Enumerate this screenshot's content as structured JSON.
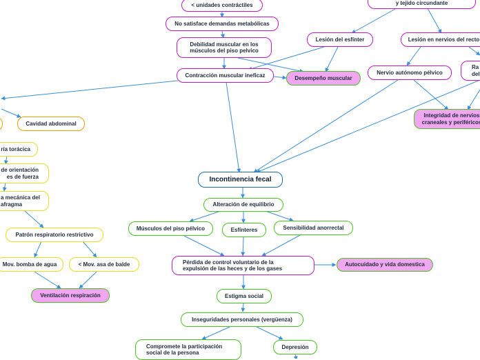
{
  "nodes": {
    "unidades": "< unidades contráctiles",
    "no_satisface": "No satisface demandas metabólicas",
    "debilidad_1": "Debilidad muscular en los",
    "debilidad_2": "músculos del piso pelvico",
    "contraccion": "Contracción muscular ineficaz",
    "desempeno": "Desempeño muscular",
    "tejido": "y tejido circundante",
    "lesion_esfinter": "Lesión del esfínter",
    "lesion_nervios": "Lesión en nervios del recto",
    "nervio_autonomo": "Nervio autónomo pélvico",
    "ra_1": "Ra",
    "ra_2": "del",
    "integridad_1": "Integridad de nervios",
    "integridad_2": "craneales y periféricos",
    "cavidad": "Cavidad abdominal",
    "toracica": "ría torácica",
    "orientacion_1": "de orientación",
    "orientacion_2": "es de fuerza",
    "mecanica_1": "a mecánica del",
    "mecanica_2": "afragma",
    "patron": "Patrón respiratorio restrictivo",
    "bomba": "Mov. bomba de agua",
    "asa": "< Mov. asa de balde",
    "ventilacion": "Ventilación respiración",
    "incontinencia": "Incontinencia fecal",
    "alteracion": "Alteración de equilibrio",
    "musculos": "Músculos del piso pélvico",
    "esfinteres": "Esfínteres",
    "sensibilidad": "Sensibilidad anorrectal",
    "perdida_1": "Pérdida de control voluntario de la",
    "perdida_2": "expulsión de las heces y de los gases",
    "autocuidado": "Autocuidado y vida domestica",
    "estigma": "Estigma social",
    "inseguridades": "Inseguridades personales (vergüenza)",
    "compromete_1": "Compromete la participación",
    "compromete_2": "social de la persona",
    "depresion": "Depresión"
  },
  "colors": {
    "connector": "#3a8fd8",
    "magenta": "#c218c2",
    "green": "#49c41e",
    "orange": "#efa100",
    "yellow": "#e6df1a",
    "blue": "#1a6bb5",
    "highlight_fill": "#f0a6f0"
  }
}
